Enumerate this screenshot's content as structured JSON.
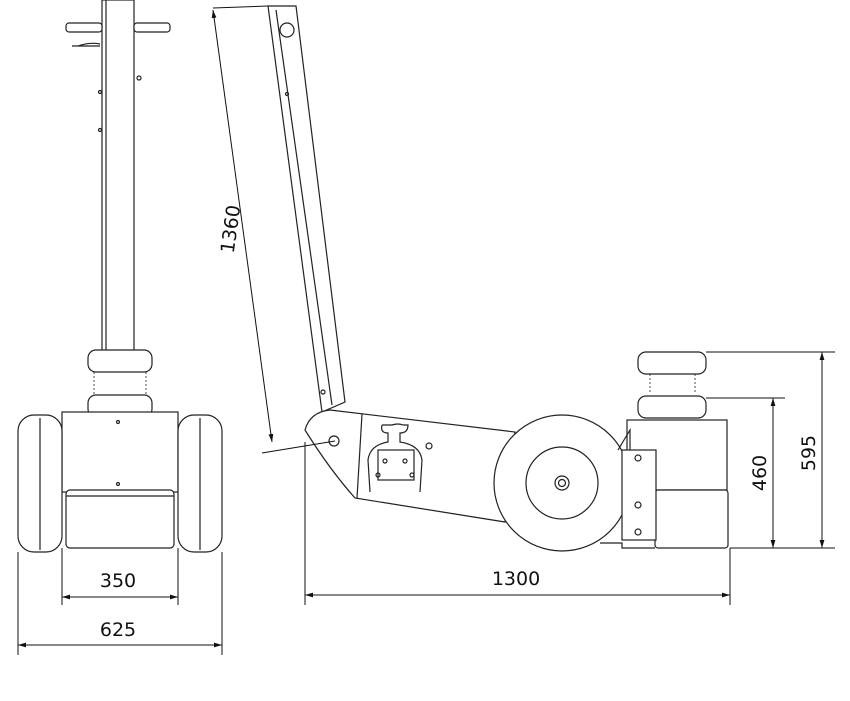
{
  "title": "Air hydraulic jack dimension drawing",
  "dimensions": {
    "front_track": "350",
    "front_width": "625",
    "handle_length": "1360",
    "overall_length": "1300",
    "min_height": "460",
    "max_height": "595"
  },
  "colors": {
    "line": "#222222",
    "background": "#ffffff"
  }
}
